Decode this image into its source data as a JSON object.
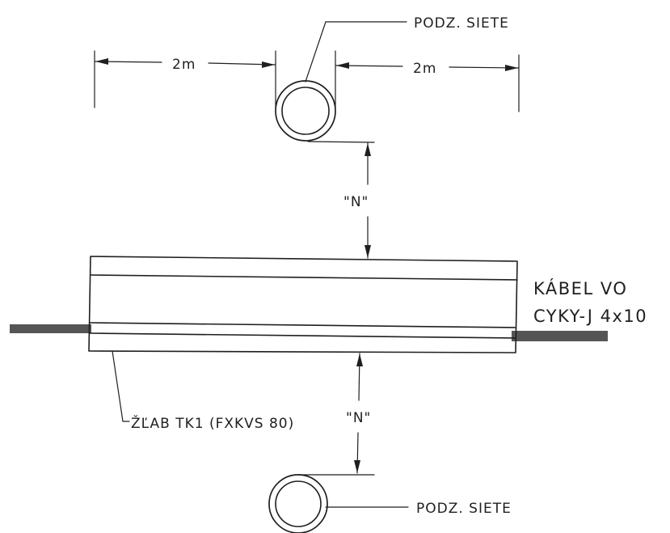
{
  "labels": {
    "pipe_top": "PODZ. SIETE",
    "pipe_bottom": "PODZ. SIETE",
    "dim_left": "2m",
    "dim_right": "2m",
    "clearance_top": "\"N\"",
    "clearance_bottom": "\"N\"",
    "cable_line1": "KÁBEL VO",
    "cable_line2": "CYKY-J 4x10",
    "trough": "ŽĽAB TK1 (FXKVS 80)"
  },
  "colors": {
    "line": "#1f1f1f",
    "cable": "#555555",
    "background": "#ffffff"
  }
}
